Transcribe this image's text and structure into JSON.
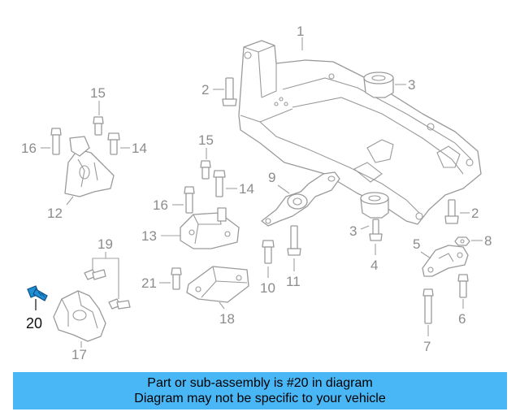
{
  "diagram": {
    "highlighted_part": "20",
    "highlight_color": "#1f8fd6",
    "callouts": {
      "c1": "1",
      "c2a": "2",
      "c2b": "2",
      "c3a": "3",
      "c3b": "3",
      "c4": "4",
      "c5": "5",
      "c6": "6",
      "c7": "7",
      "c8": "8",
      "c9": "9",
      "c10": "10",
      "c11": "11",
      "c12": "12",
      "c13": "13",
      "c14a": "14",
      "c14b": "14",
      "c15a": "15",
      "c15b": "15",
      "c16a": "16",
      "c16b": "16",
      "c17": "17",
      "c18": "18",
      "c19": "19",
      "c20": "20",
      "c21": "21"
    }
  },
  "banner": {
    "line1": "Part or sub-assembly is #20 in diagram",
    "line2": "Diagram may not be specific to your vehicle",
    "color": "#49b6f5"
  }
}
